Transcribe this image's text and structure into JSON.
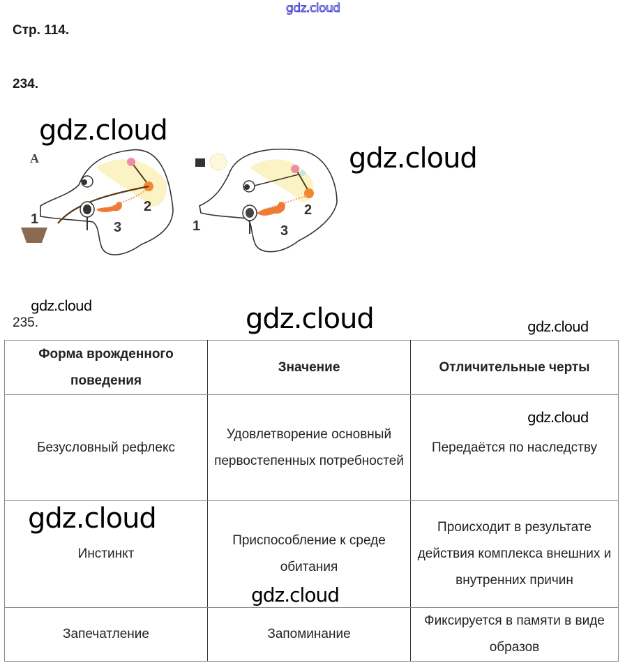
{
  "watermarks": {
    "top": "gdz.cloud",
    "items": [
      "gdz.cloud",
      "gdz.cloud",
      "gdz.cloud",
      "gdz.cloud",
      "gdz.cloud",
      "gdz.cloud",
      "gdz.cloud",
      "gdz.cloud"
    ]
  },
  "page": {
    "label": "Стр. 114."
  },
  "task234": {
    "number": "234.",
    "figure": {
      "panel_label": "А",
      "labels_left": [
        "1",
        "2",
        "3"
      ],
      "labels_right": [
        "1",
        "2",
        "3"
      ]
    }
  },
  "task235": {
    "number": "235.",
    "table": {
      "headers": [
        "Форма врожденного поведения",
        "Значение",
        "Отличительные черты"
      ],
      "rows": [
        [
          "Безусловный рефлекс",
          "Удовлетворение основный первостепенных потребностей",
          "Передаётся по наследству"
        ],
        [
          "Инстинкт",
          "Приспособление к среде обитания",
          "Происходит в результате действия комплекса внешних и внутренних причин"
        ],
        [
          "Запечатление",
          "Запоминание",
          "Фиксируется в памяти в виде образов"
        ]
      ]
    }
  }
}
